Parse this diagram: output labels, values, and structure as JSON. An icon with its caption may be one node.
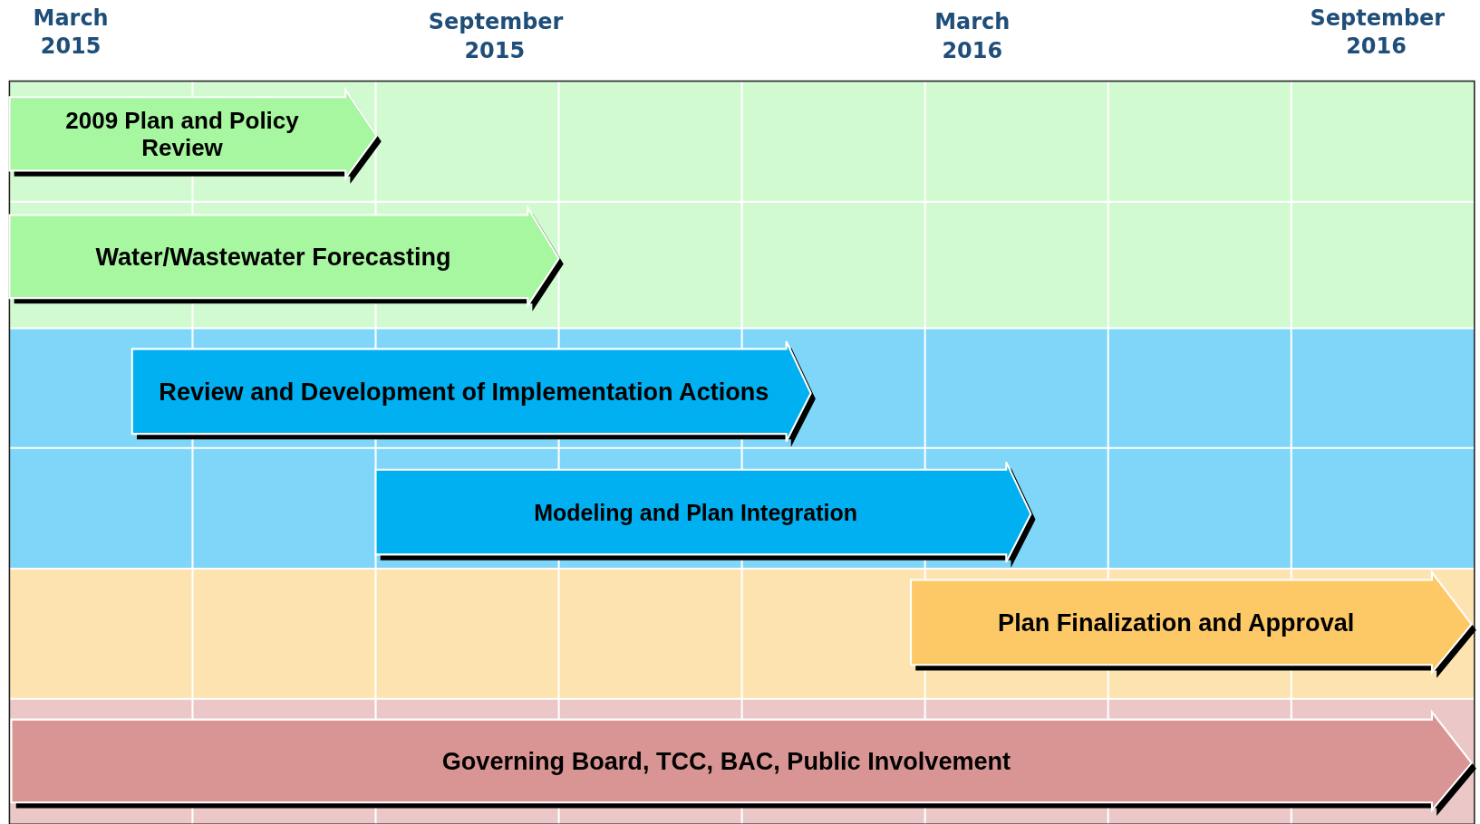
{
  "diagram": {
    "nodes": [
      {
        "text": [
          "2009 Plan and Policy Review"
        ]
      },
      {
        "text": [
          "Water/Wastewater Forecasting"
        ]
      },
      {
        "text": [
          "Review and Development of Implementation Actions"
        ]
      },
      {
        "text": [
          "Modeling and Plan Integration"
        ]
      },
      {
        "text": [
          "Plan Finalization and Approval"
        ]
      },
      {
        "text": [
          "Governing Board, TCC, BAC, Public Involvement"
        ]
      }
    ],
    "labels": [
      "March 2015",
      "September 2015",
      "March 2016",
      "September 2016"
    ]
  }
}
